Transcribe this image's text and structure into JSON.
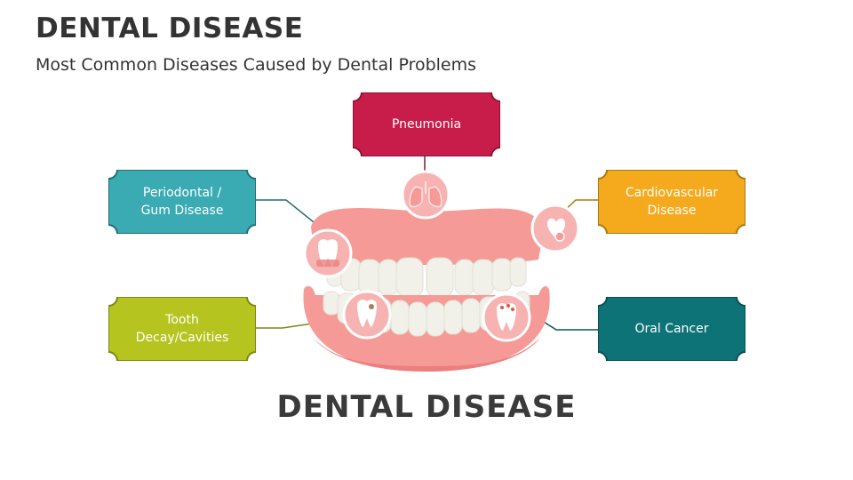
{
  "header": {
    "title": "DENTAL DISEASE",
    "subtitle": "Most Common Diseases Caused by Dental Problems"
  },
  "center_title": "DENTAL DISEASE",
  "boxes": [
    {
      "id": "pneumonia",
      "label": "Pneumonia",
      "color": "#c81d4a",
      "icon": "lungs-icon"
    },
    {
      "id": "periodontal",
      "label": "Periodontal /\nGum Disease",
      "color": "#3aaab3",
      "icon": "gum-tooth-icon"
    },
    {
      "id": "cardiovascular",
      "label": "Cardiovascular\nDisease",
      "color": "#f4aa1c",
      "icon": "heart-icon"
    },
    {
      "id": "tooth-decay",
      "label": "Tooth\nDecay/Cavities",
      "color": "#b5c41f",
      "icon": "decayed-tooth-icon"
    },
    {
      "id": "oral-cancer",
      "label": "Oral Cancer",
      "color": "#0e7377",
      "icon": "cancer-tooth-icon"
    }
  ],
  "colors": {
    "gum": "#f59a97",
    "gum_dark": "#ec7f7d",
    "teeth": "#f1f0e9",
    "icon_circle": "#f7b3b1"
  }
}
